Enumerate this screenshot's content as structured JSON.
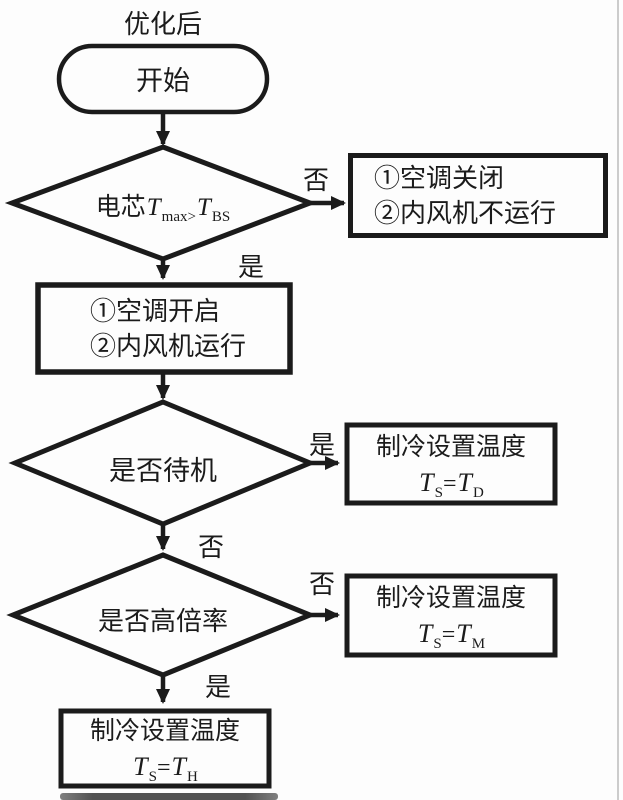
{
  "meta": {
    "title_label": "优化后"
  },
  "colors": {
    "ink": "#1b1b1b",
    "background": "#fdfdfd",
    "shadow_bar": "#343434",
    "page_edge_line": "#cccccc"
  },
  "nodes": {
    "start": {
      "label": "开始"
    },
    "decision_temp": {
      "prefix": "电芯",
      "t1": "T",
      "sub1": "max>",
      "t2": "T",
      "sub2": "BS"
    },
    "ac_off_box": {
      "lines": [
        "①空调关闭",
        "②内风机不运行"
      ]
    },
    "ac_on_box": {
      "lines": [
        "①空调开启",
        "②内风机运行"
      ]
    },
    "decision_standby": {
      "label": "是否待机"
    },
    "temp_d_box": {
      "title": "制冷设置温度",
      "formula": {
        "t1": "T",
        "sub1": "S",
        "eq": "=",
        "t2": "T",
        "sub2": "D"
      }
    },
    "decision_highrate": {
      "label": "是否高倍率"
    },
    "temp_m_box": {
      "title": "制冷设置温度",
      "formula": {
        "t1": "T",
        "sub1": "S",
        "eq": "=",
        "t2": "T",
        "sub2": "M"
      }
    },
    "temp_h_box": {
      "title": "制冷设置温度",
      "formula": {
        "t1": "T",
        "sub1": "S",
        "eq": "=",
        "t2": "T",
        "sub2": "H"
      }
    }
  },
  "edge_labels": {
    "temp_no": "否",
    "temp_yes": "是",
    "standby_yes": "是",
    "standby_no": "否",
    "highrate_no": "否",
    "highrate_yes": "是"
  }
}
